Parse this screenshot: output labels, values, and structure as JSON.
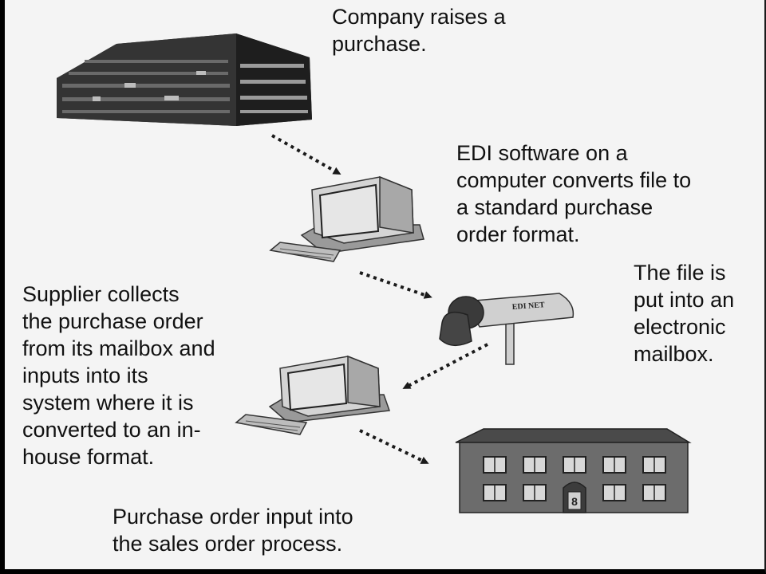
{
  "steps": {
    "company": "Company raises a\npurchase.",
    "edi": "EDI software on a\ncomputer converts file to\na standard purchase\norder format.",
    "mailbox": "The file is\nput into an\nelectronic\nmailbox.",
    "supplier": "Supplier collects\nthe purchase order\nfrom its mailbox and\ninputs into its\nsystem where it is\nconverted to an in-\nhouse format.",
    "sales": "Purchase order input into\nthe sales order process."
  },
  "mailbox_label": "EDI NET",
  "warehouse_door_number": "8",
  "colors": {
    "background": "#f4f4f4",
    "text": "#111111",
    "building_dark": "#2b2b2b",
    "computer_light": "#c8c8c8",
    "arrow": "#1a1a1a"
  },
  "icons": [
    "office-building-icon",
    "computer-icon",
    "mailbox-icon",
    "warehouse-icon"
  ]
}
